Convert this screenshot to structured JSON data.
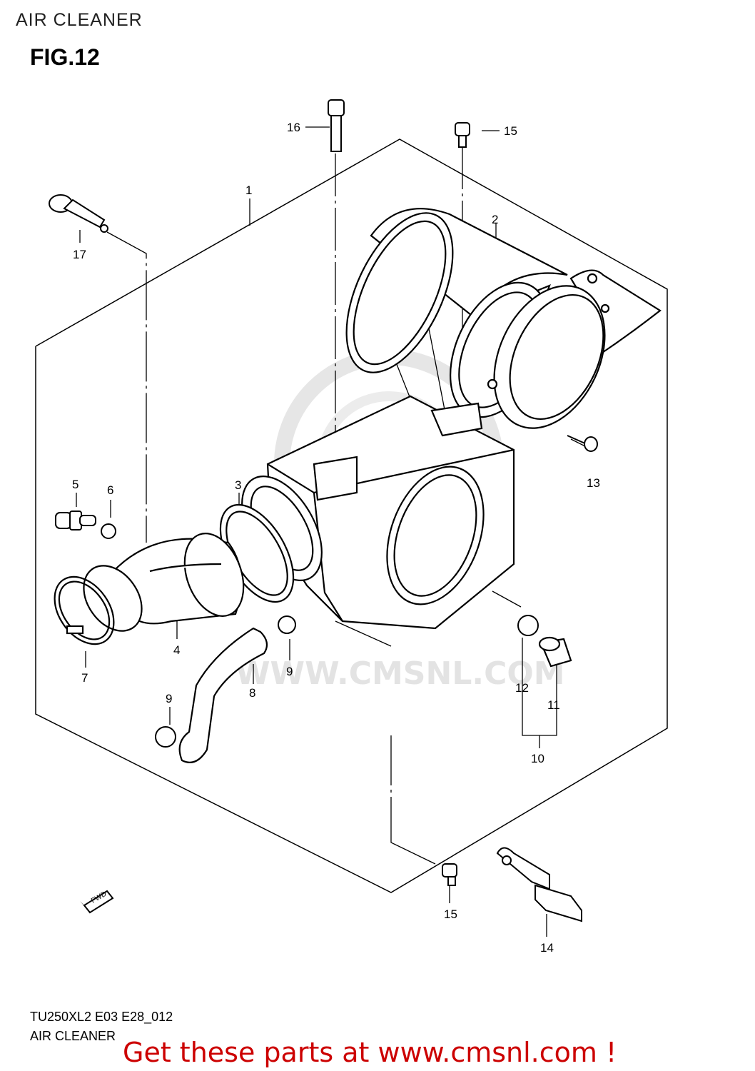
{
  "header": {
    "title": "AIR CLEANER",
    "figure": "FIG.12"
  },
  "footer": {
    "model_code": "TU250XL2 E03 E28_012",
    "caption": "AIR CLEANER"
  },
  "promo": {
    "text": "Get these parts at www.cmsnl.com !",
    "color": "#cc0000"
  },
  "watermark": {
    "text": "WWW.CMSNL.COM"
  },
  "fwd_marker": {
    "text": "FWD"
  },
  "callouts": {
    "c1": "1",
    "c2": "2",
    "c3": "3",
    "c4": "4",
    "c5": "5",
    "c6": "6",
    "c7": "7",
    "c8": "8",
    "c9a": "9",
    "c9b": "9",
    "c10": "10",
    "c11": "11",
    "c12": "12",
    "c13": "13",
    "c14": "14",
    "c15a": "15",
    "c15b": "15",
    "c16": "16",
    "c17": "17"
  },
  "colors": {
    "line": "#000000",
    "watermark": "#e3e3e3"
  }
}
